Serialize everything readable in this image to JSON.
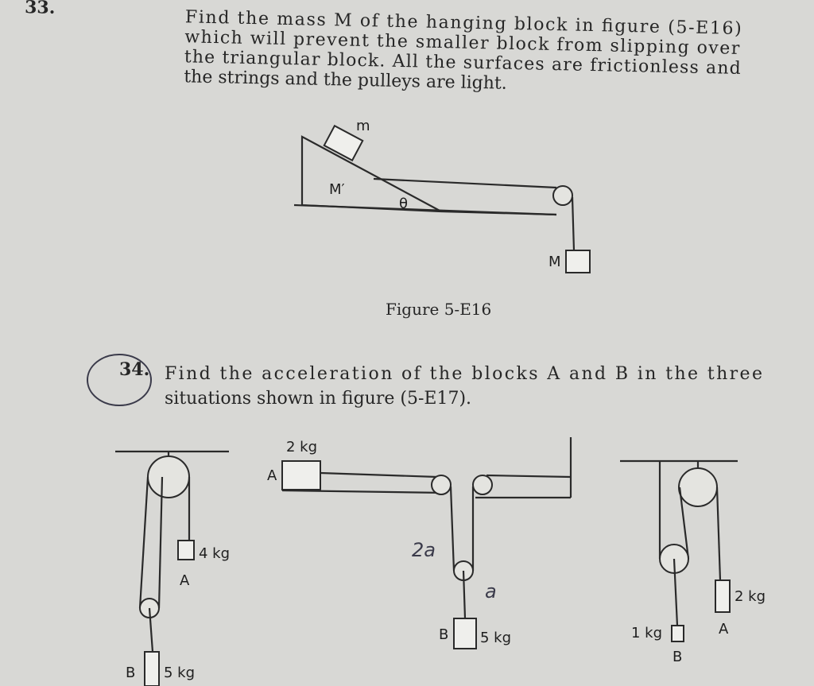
{
  "q33": {
    "number": "33.",
    "lines": [
      "Find the mass M of the hanging block in figure (5-E16)",
      "which will prevent the smaller block from slipping over",
      "the triangular block. All the surfaces are frictionless and",
      "the strings and the pulleys are light."
    ],
    "figure": {
      "label_m": "m",
      "label_M_prime": "M′",
      "label_theta": "θ",
      "label_M": "M",
      "caption": "Figure 5-E16"
    }
  },
  "q34": {
    "number": "34.",
    "lines": [
      "Find the acceleration of the blocks A and B in the three",
      "situations shown in figure (5-E17)."
    ],
    "figure_a": {
      "mass_A": "4 kg",
      "label_A": "A",
      "label_B": "B",
      "mass_B": "5 kg"
    },
    "figure_b": {
      "mass_A": "2 kg",
      "label_A": "A",
      "label_B": "B",
      "mass_B": "5 kg"
    },
    "figure_c": {
      "mass_A": "2 kg",
      "label_A": "A",
      "mass_B": "1 kg",
      "label_B": "B"
    }
  },
  "handwriting": {
    "two_a": "2a",
    "a": "a"
  }
}
